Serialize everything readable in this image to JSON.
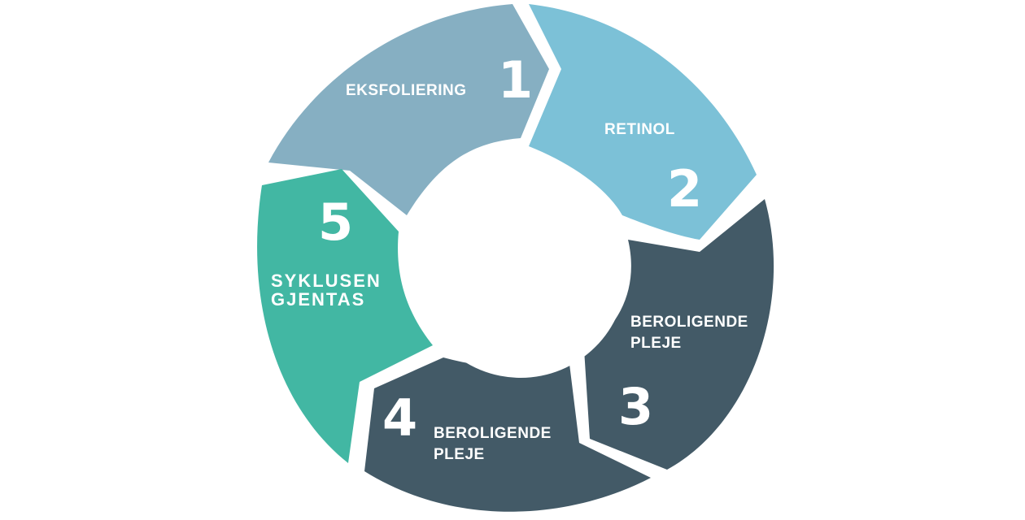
{
  "colors": {
    "background": "#ffffff",
    "text": "#ffffff"
  },
  "segments": [
    {
      "number": "1",
      "label": "EKSFOLIERING",
      "color": "#86afc2"
    },
    {
      "number": "2",
      "label": "RETINOL",
      "color": "#7cc1d7"
    },
    {
      "number": "3",
      "label": "BEROLIGENDE\nPLEJE",
      "color": "#435a67"
    },
    {
      "number": "4",
      "label": "BEROLIGENDE\nPLEJE",
      "color": "#435a67"
    },
    {
      "number": "5",
      "label": "SYKLUSEN\nGJENTAS",
      "color": "#42b7a3"
    }
  ]
}
